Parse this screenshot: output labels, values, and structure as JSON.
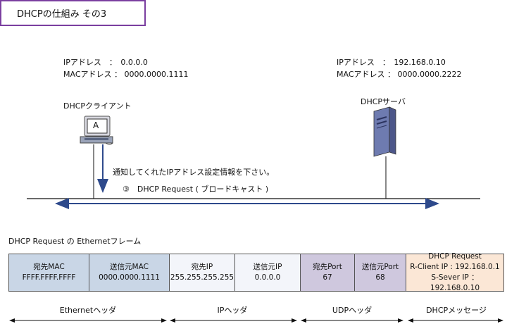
{
  "title": "DHCPの仕組み  その3",
  "client": {
    "ip_line": "IPアドレス　：　0.0.0.0",
    "mac_line": "MACアドレス ： 0000.0000.1111",
    "name": "DHCPクライアント",
    "screen_letter": "A"
  },
  "server": {
    "ip_line": "IPアドレス　：　192.168.0.10",
    "mac_line": "MACアドレス ： 0000.0000.2222",
    "name": "DHCPサーバ"
  },
  "message": {
    "text": "通知してくれたIPアドレス設定情報を下さい。",
    "request": "③　DHCP Request ( ブロードキャスト )"
  },
  "frame_title": "DHCP Request の Ethernetフレーム",
  "fields": [
    {
      "name": "宛先MAC",
      "value": "FFFF.FFFF.FFFF",
      "group": "eth"
    },
    {
      "name": "送信元MAC",
      "value": "0000.0000.1111",
      "group": "eth"
    },
    {
      "name": "宛先IP",
      "value": "255.255.255.255",
      "group": "ip"
    },
    {
      "name": "送信元IP",
      "value": "0.0.0.0",
      "group": "ip"
    },
    {
      "name": "宛先Port",
      "value": "67",
      "group": "udp"
    },
    {
      "name": "送信元Port",
      "value": "68",
      "group": "udp"
    }
  ],
  "dhcp_field": {
    "name": "DHCP Request",
    "line1": "R-Client IP : 192.168.0.1",
    "line2": "S-Sever IP ： 192.168.0.10"
  },
  "segments": {
    "ethernet": "Ethernetヘッダ",
    "ip": "IPヘッダ",
    "udp": "UDPヘッダ",
    "dhcp": "DHCPメッセージ"
  },
  "colors": {
    "title_border": "#7b3fa0",
    "arrow": "#2e4a8c",
    "ethernet_fill": "#c9d6e6",
    "ip_fill": "#f3f5fa",
    "udp_fill": "#cfc8de",
    "dhcp_fill": "#fbe7d6"
  }
}
